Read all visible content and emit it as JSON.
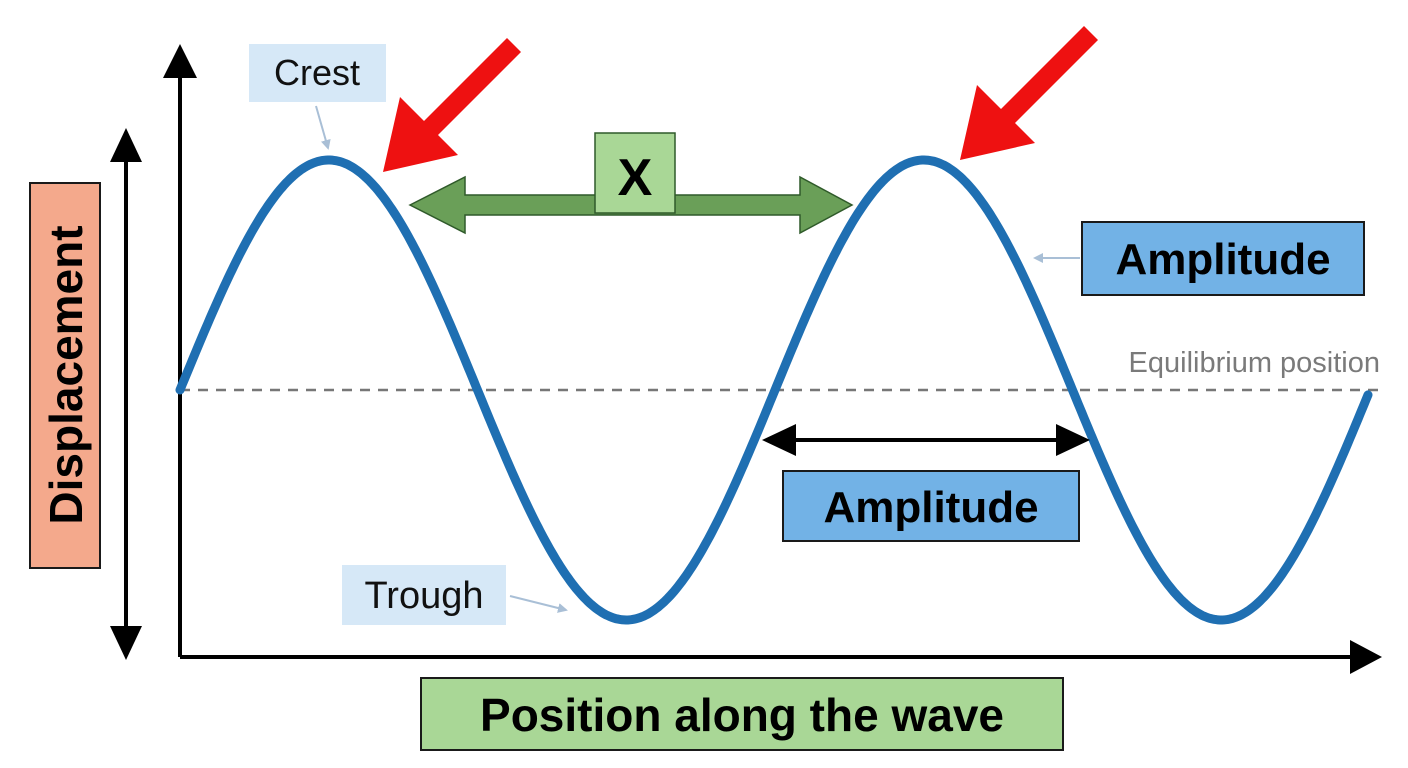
{
  "labels": {
    "crest": "Crest",
    "trough": "Trough",
    "x_marker": "X",
    "amplitude_right": "Amplitude",
    "amplitude_lower": "Amplitude",
    "equilibrium": "Equilibrium position",
    "y_axis": "Displacement",
    "x_axis": "Position along the wave"
  },
  "colors": {
    "wave": "#1f6fb2",
    "axis": "#000000",
    "red_arrow": "#ee1111",
    "green_arrow": "#6a9f58",
    "x_box": "#a9d796",
    "amplitude_box": "#72b2e6",
    "y_axis_box": "#f4a98c",
    "x_axis_box": "#a9d796",
    "callout_box": "#d6e8f7",
    "equilibrium_line": "#777777",
    "equilibrium_text": "#7a7a7a"
  },
  "icons": {
    "crest_pointer": "red-arrow-icon",
    "wavelength_pointer": "double-headed-arrow-icon"
  }
}
